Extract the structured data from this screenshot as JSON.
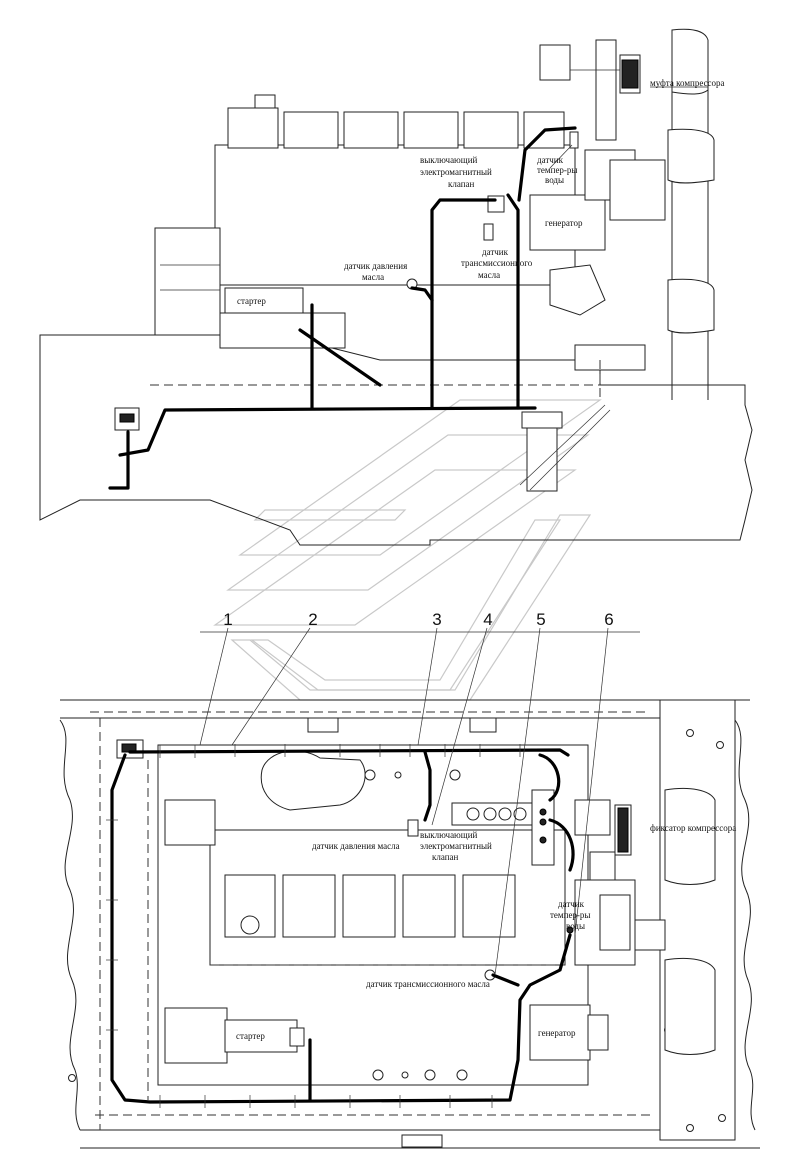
{
  "top_view": {
    "labels": {
      "compressor_clutch": "муфта компрессора",
      "water_temp_sensor_l1": "датчик",
      "water_temp_sensor_l2": "темпер-ры",
      "water_temp_sensor_l3": "воды",
      "solenoid_valve_l1": "выключающий",
      "solenoid_valve_l2": "электромагнитный",
      "solenoid_valve_l3": "клапан",
      "generator": "генератор",
      "transmission_oil_sensor_l1": "датчик",
      "transmission_oil_sensor_l2": "трансмиссионного",
      "transmission_oil_sensor_l3": "масла",
      "oil_pressure_sensor_l1": "датчик давления",
      "oil_pressure_sensor_l2": "масла",
      "starter": "стартер"
    }
  },
  "bottom_view": {
    "callouts": [
      "1",
      "2",
      "3",
      "4",
      "5",
      "6"
    ],
    "labels": {
      "oil_pressure_sensor": "датчик давления масла",
      "solenoid_valve_l1": "выключающий",
      "solenoid_valve_l2": "электромагнитный",
      "solenoid_valve_l3": "клапан",
      "compressor_lock": "фиксатор компрессора",
      "water_temp_sensor_l1": "датчик",
      "water_temp_sensor_l2": "темпер-ры",
      "water_temp_sensor_l3": "воды",
      "transmission_oil_sensor": "датчик трансмиссионного масла",
      "starter": "стартер",
      "generator": "генератор"
    }
  }
}
